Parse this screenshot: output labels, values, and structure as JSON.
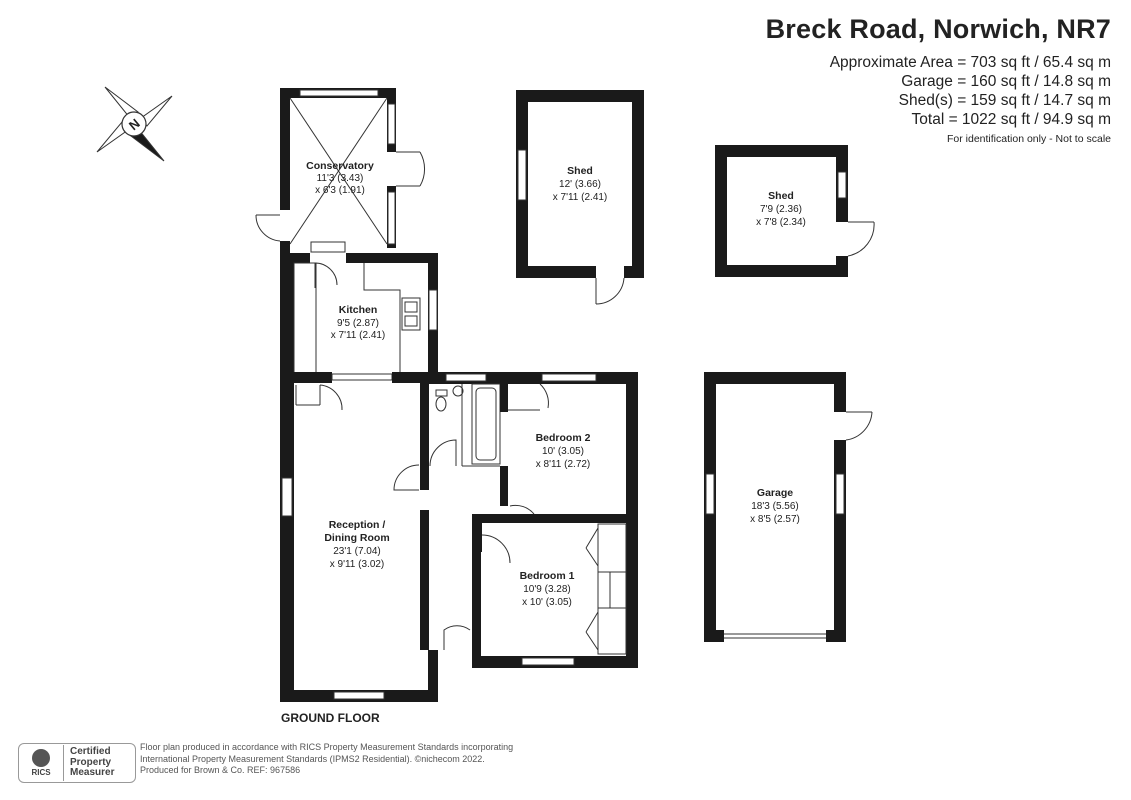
{
  "header": {
    "title": "Breck Road, Norwich, NR7",
    "areas": [
      "Approximate Area = 703 sq ft / 65.4 sq m",
      "Garage = 160 sq ft / 14.8 sq m",
      "Shed(s) = 159 sq ft / 14.7 sq m",
      "Total = 1022 sq ft / 94.9 sq m"
    ],
    "note": "For identification only - Not to scale"
  },
  "compass": {
    "label": "N"
  },
  "rooms": [
    {
      "name": "Conservatory",
      "dims": [
        "11'3 (3.43)",
        "x 6'3 (1.91)"
      ]
    },
    {
      "name": "Kitchen",
      "dims": [
        "9'5 (2.87)",
        "x 7'11 (2.41)"
      ]
    },
    {
      "name": "Reception /",
      "name2": "Dining Room",
      "dims": [
        "23'1 (7.04)",
        "x 9'11 (3.02)"
      ]
    },
    {
      "name": "Bedroom 2",
      "dims": [
        "10' (3.05)",
        "x 8'11 (2.72)"
      ]
    },
    {
      "name": "Bedroom 1",
      "dims": [
        "10'9 (3.28)",
        "x 10' (3.05)"
      ]
    },
    {
      "name": "Shed",
      "dims": [
        "12' (3.66)",
        "x 7'11 (2.41)"
      ]
    },
    {
      "name": "Shed",
      "dims": [
        "7'9 (2.36)",
        "x 7'8 (2.34)"
      ]
    },
    {
      "name": "Garage",
      "dims": [
        "18'3 (5.56)",
        "x 8'5 (2.57)"
      ]
    }
  ],
  "floor": {
    "name": "GROUND FLOOR"
  },
  "footer": {
    "badge": {
      "logo": "RICS",
      "lines": [
        "Certified",
        "Property",
        "Measurer"
      ]
    },
    "text": [
      "Floor plan produced in accordance with RICS Property Measurement Standards incorporating",
      "International Property Measurement Standards (IPMS2 Residential).  ©nichecom 2022.",
      "Produced for Brown & Co.  REF:  967586"
    ]
  }
}
